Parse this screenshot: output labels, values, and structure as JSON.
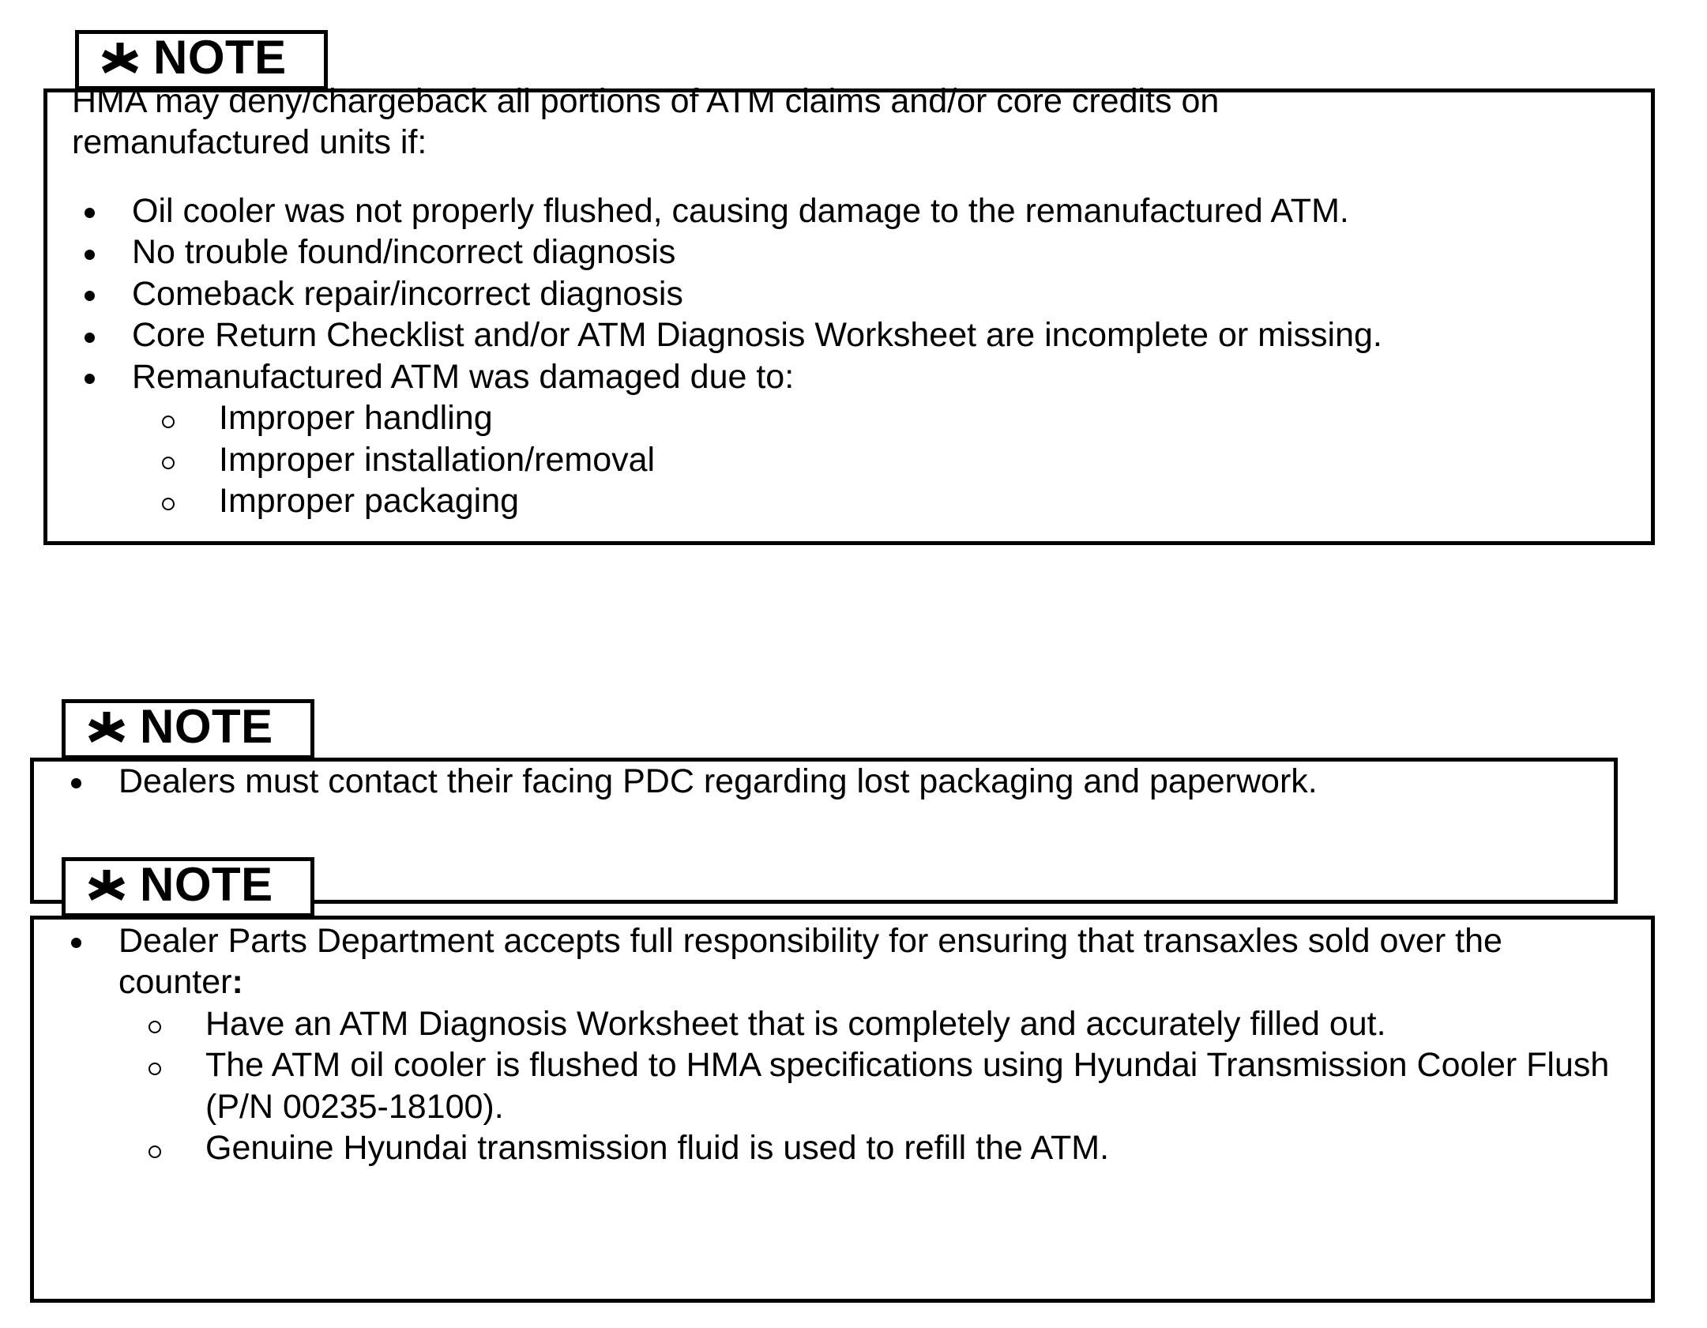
{
  "document": {
    "type": "service-bulletin-notes",
    "background_color": "#ffffff",
    "text_color": "#000000",
    "border_color": "#000000"
  },
  "notes": [
    {
      "tab_label": "NOTE",
      "tab_icon": "asterisk-star-icon",
      "intro": "HMA may deny/chargeback all portions of ATM claims and/or core credits on remanufactured units if:",
      "bullets": [
        {
          "text": "Oil cooler was not properly flushed, causing damage to the remanufactured ATM."
        },
        {
          "text": "No trouble found/incorrect diagnosis"
        },
        {
          "text": "Comeback repair/incorrect diagnosis"
        },
        {
          "text": "Core Return Checklist and/or ATM Diagnosis Worksheet are incomplete or missing."
        },
        {
          "text": "Remanufactured ATM was damaged due to:",
          "subbullets": [
            "Improper handling",
            "Improper installation/removal",
            "Improper packaging"
          ]
        }
      ]
    },
    {
      "tab_label": "NOTE",
      "tab_icon": "asterisk-star-icon",
      "bullets": [
        {
          "text": "Dealers must contact their facing PDC regarding lost packaging and paperwork."
        }
      ]
    },
    {
      "tab_label": "NOTE",
      "tab_icon": "asterisk-star-icon",
      "bullets": [
        {
          "text_parts": {
            "normal": "Dealer Parts Department accepts full responsibility for ensuring that transaxles sold over the counter",
            "bold_suffix": ":"
          },
          "subbullets": [
            "Have an ATM Diagnosis Worksheet that is completely and accurately filled out.",
            "The ATM oil cooler is flushed to HMA specifications using Hyundai Transmission Cooler Flush (P/N 00235-18100).",
            "Genuine Hyundai transmission fluid is used to refill the ATM."
          ]
        }
      ]
    }
  ]
}
